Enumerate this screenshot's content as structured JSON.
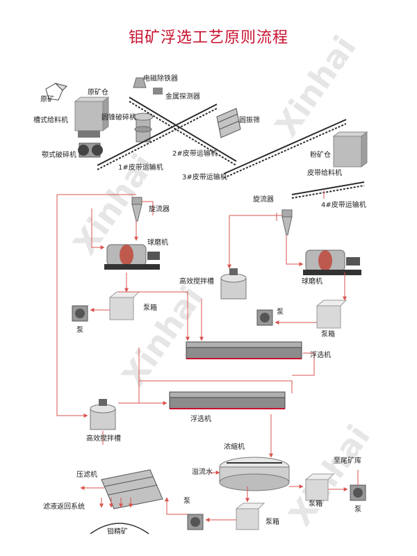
{
  "title": "钼矿浮选工艺原则流程",
  "watermark": "Xinhai",
  "colors": {
    "title": "#c8102e",
    "flow_line": "#d9534f",
    "equipment": "#8a8a8a",
    "conveyor": "#2b2b2b"
  },
  "labels": {
    "raw_ore": "原矿",
    "raw_ore_bin": "原矿仓",
    "trough_feeder": "槽式给料机",
    "magnetic_separator": "电磁除铁器",
    "metal_detector": "金属探测器",
    "cone_crusher": "圆锥破碎机",
    "vibrating_screen": "圆振筛",
    "jaw_crusher": "颚式破碎机",
    "belt_conveyor_2": "2#皮带运输机",
    "belt_conveyor_1": "1#皮带运输机",
    "belt_conveyor_3": "3#皮带运输机",
    "fine_ore_bin": "粉矿仓",
    "belt_feeder": "皮带给料机",
    "belt_conveyor_4": "4#皮带运输机",
    "hydrocyclone_1": "旋流器",
    "hydrocyclone_2": "旋流器",
    "ball_mill_1": "球磨机",
    "ball_mill_2": "球磨机",
    "agitation_tank_1": "高效搅拌槽",
    "agitation_tank_2": "高效搅拌槽",
    "pump_box_1": "泵箱",
    "pump_box_2": "泵箱",
    "pump_box_3": "泵箱",
    "pump_box_4": "泵箱",
    "pump_1": "泵",
    "pump_2": "泵",
    "pump_3": "泵",
    "pump_4": "泵",
    "flotation_1": "浮选机",
    "flotation_2": "浮选机",
    "thickener": "浓缩机",
    "overflow_water": "溢流水",
    "to_tailings": "至尾矿库",
    "filter_press": "压滤机",
    "filtrate_return": "滤液返回系统",
    "concentrate": "钼精矿"
  }
}
